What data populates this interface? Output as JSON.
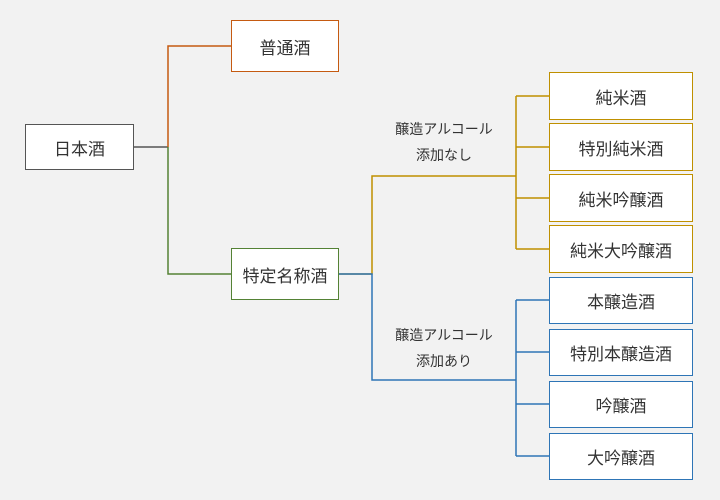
{
  "colors": {
    "background": "#f2f2f2",
    "root": "#555555",
    "futsushu": "#c55a11",
    "tokutei": "#548235",
    "no_alcohol": "#bf9000",
    "with_alcohol": "#2e75b6"
  },
  "nodes": {
    "root": "日本酒",
    "futsushu": "普通酒",
    "tokutei": "特定名称酒",
    "no_alcohol_items": [
      "純米酒",
      "特別純米酒",
      "純米吟醸酒",
      "純米大吟醸酒"
    ],
    "with_alcohol_items": [
      "本醸造酒",
      "特別本醸造酒",
      "吟醸酒",
      "大吟醸酒"
    ]
  },
  "labels": {
    "no_alcohol": [
      "醸造アルコール",
      "添加なし"
    ],
    "with_alcohol": [
      "醸造アルコール",
      "添加あり"
    ]
  }
}
